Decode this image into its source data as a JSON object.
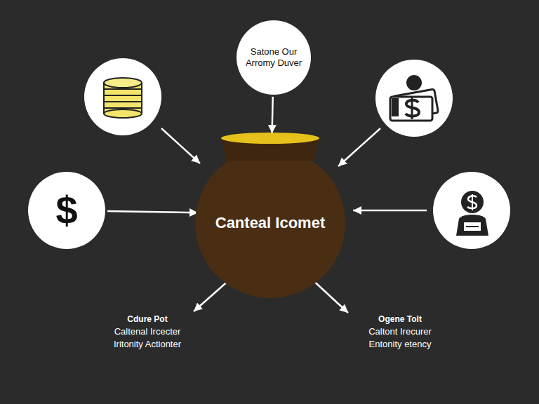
{
  "diagram": {
    "nodes": [
      {
        "text": [
          "Satone Our Arromy Duver"
        ]
      },
      {
        "text": [
          "$"
        ]
      },
      {
        "text": [
          "Canteal Icomet"
        ]
      }
    ],
    "edges": [
      {
        "from": 0,
        "to": 2,
        "arrow": "to"
      },
      {
        "from": 1,
        "to": 2,
        "arrow": "to"
      }
    ],
    "labels": [
      "Cdure Pot",
      "Caltenal Ircecter",
      "Iritonity Actionter",
      "Ogene Tolt",
      "Caltont Irecurer",
      "Entonity etency"
    ]
  }
}
